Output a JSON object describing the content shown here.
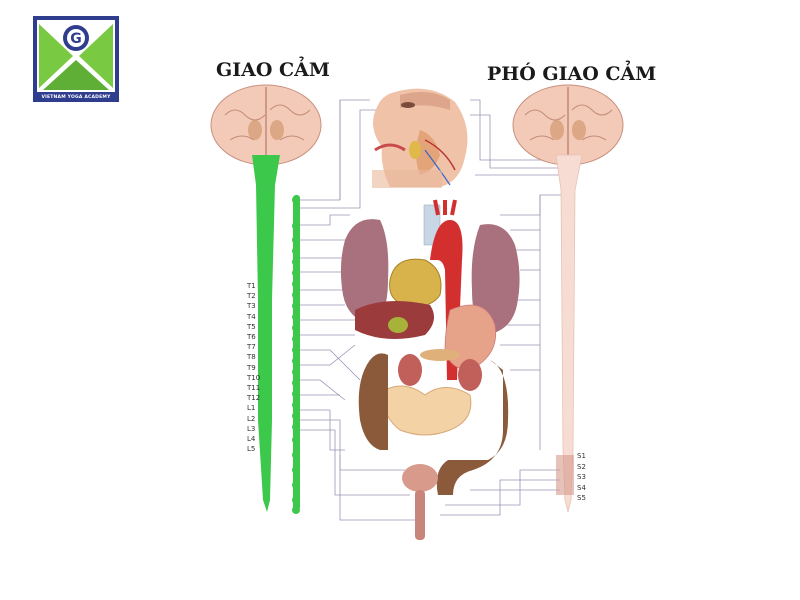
{
  "logo": {
    "caption": "VIETNAM YOGA ACADEMY",
    "letter": "G",
    "colors": {
      "frame": "#2f3d8f",
      "green": "#7ac943",
      "white": "#ffffff"
    }
  },
  "titles": {
    "sympathetic": "GIAO CẢM",
    "parasympathetic": "PHÓ GIAO CẢM"
  },
  "sympathetic_segments": [
    "T1",
    "T2",
    "T3",
    "T4",
    "T5",
    "T6",
    "T7",
    "T8",
    "T9",
    "T10",
    "T11",
    "T12",
    "L1",
    "L2",
    "L3",
    "L4",
    "L5"
  ],
  "parasympathetic_segments": [
    "S1",
    "S2",
    "S3",
    "S4",
    "S5"
  ],
  "colors": {
    "sympathetic": "#3cc84a",
    "parasympathetic": "#f6dcd2",
    "brain": "#f3c9b8",
    "connector": "#8a7fa8",
    "lung": "#a9707e",
    "heart": "#d8b24a",
    "aorta": "#d32f2f",
    "liver": "#9b3b3b",
    "intestine": "#d99a6c",
    "colon": "#8a5a3a"
  }
}
